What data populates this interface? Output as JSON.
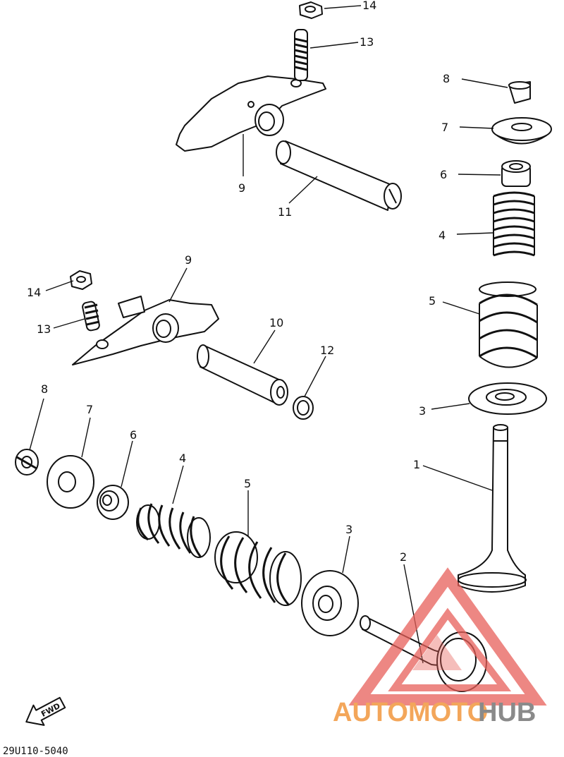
{
  "diagram": {
    "callouts": [
      {
        "id": "c14a",
        "text": "14"
      },
      {
        "id": "c13a",
        "text": "13"
      },
      {
        "id": "c9a",
        "text": "9"
      },
      {
        "id": "c11",
        "text": "11"
      },
      {
        "id": "c8a",
        "text": "8"
      },
      {
        "id": "c7a",
        "text": "7"
      },
      {
        "id": "c6a",
        "text": "6"
      },
      {
        "id": "c4a",
        "text": "4"
      },
      {
        "id": "c5a",
        "text": "5"
      },
      {
        "id": "c3a",
        "text": "3"
      },
      {
        "id": "c1",
        "text": "1"
      },
      {
        "id": "c9b",
        "text": "9"
      },
      {
        "id": "c14b",
        "text": "14"
      },
      {
        "id": "c13b",
        "text": "13"
      },
      {
        "id": "c10",
        "text": "10"
      },
      {
        "id": "c12",
        "text": "12"
      },
      {
        "id": "c8b",
        "text": "8"
      },
      {
        "id": "c7b",
        "text": "7"
      },
      {
        "id": "c6b",
        "text": "6"
      },
      {
        "id": "c4b",
        "text": "4"
      },
      {
        "id": "c5b",
        "text": "5"
      },
      {
        "id": "c3b",
        "text": "3"
      },
      {
        "id": "c2",
        "text": "2"
      }
    ],
    "fwd_label": "FWD",
    "drawing_code": "29U110-5040",
    "watermark": {
      "text_part1": "AUTOMOTO",
      "text_part2": "HUB",
      "color_part1": "#f3a65a",
      "color_part2": "#8a8a8a",
      "logo_color": "#e8605a"
    }
  }
}
